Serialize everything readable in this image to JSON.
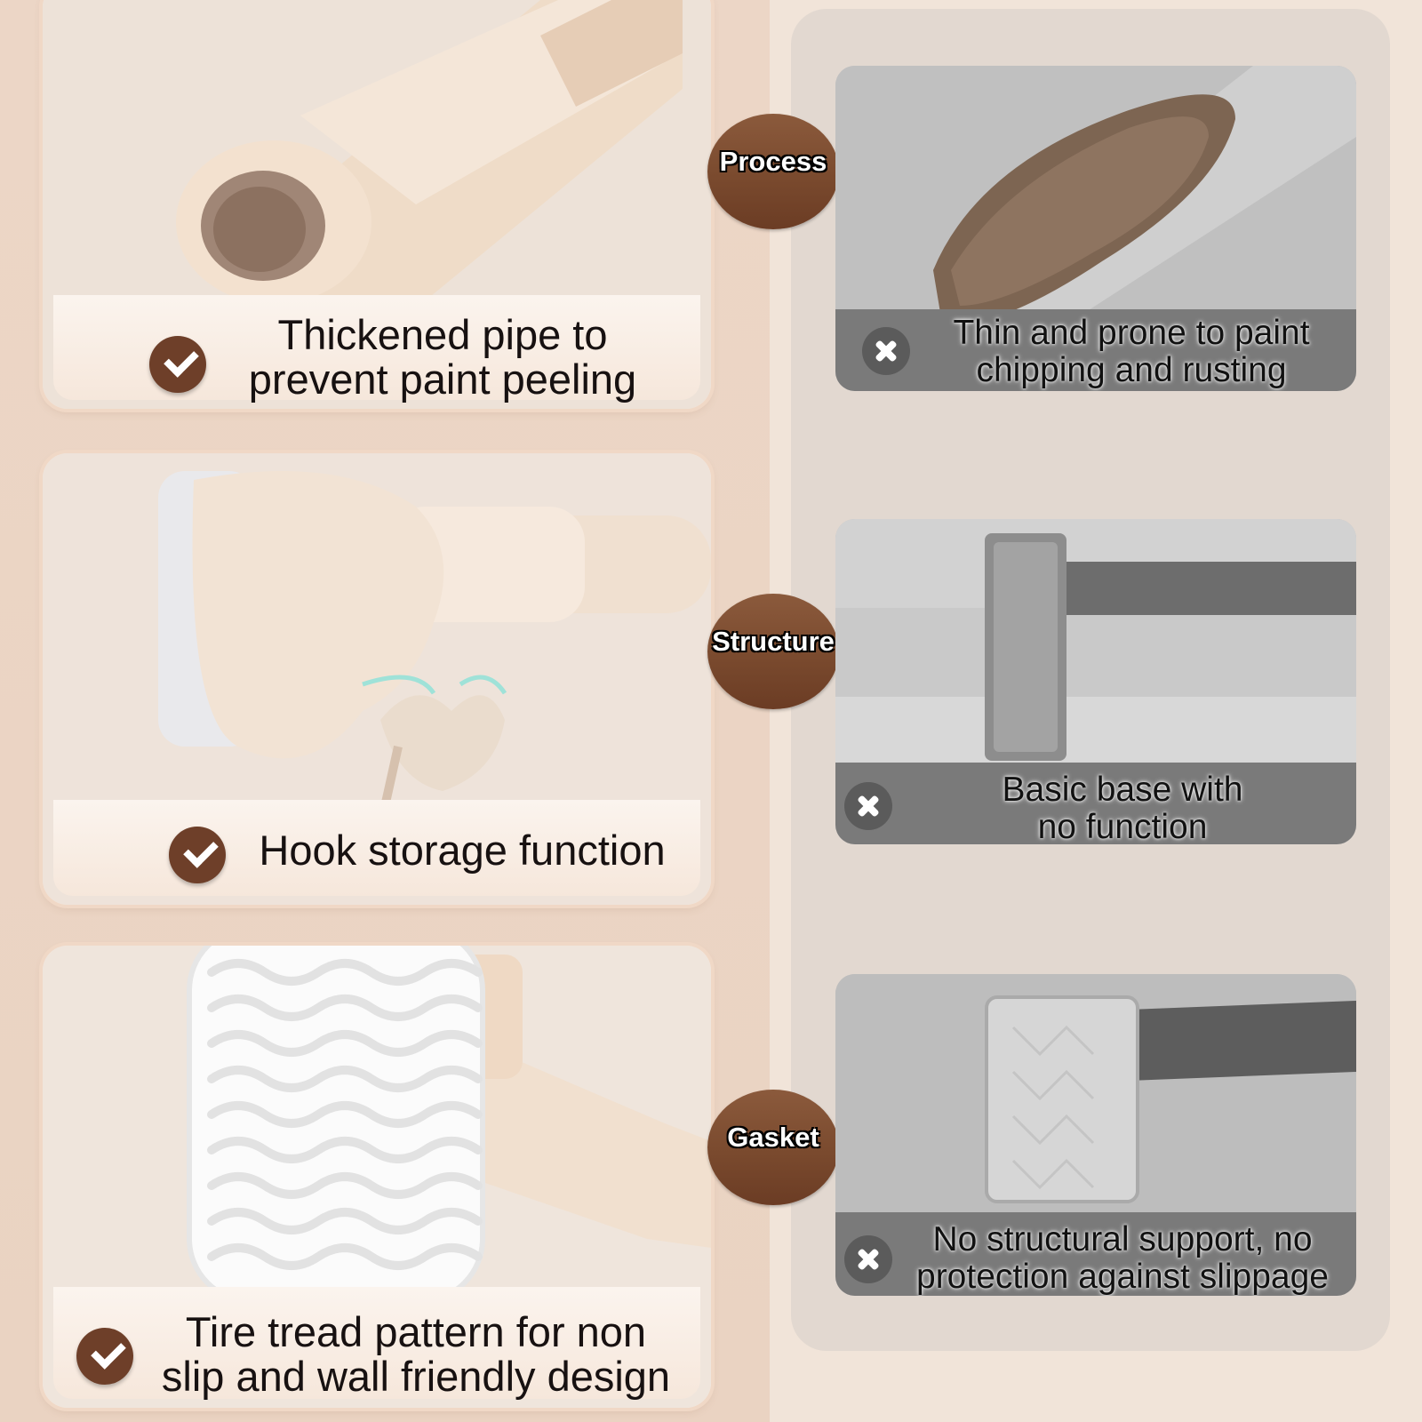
{
  "features": [
    {
      "label": "Thickened pipe to\nprevent paint peeling",
      "icon": "check-icon",
      "image": "thick-pipe-end"
    },
    {
      "label": "Hook storage function",
      "icon": "check-icon",
      "image": "base-with-hook"
    },
    {
      "label": "Tire tread pattern for non\nslip and wall friendly design",
      "icon": "check-icon",
      "image": "wavy-tread-pad"
    }
  ],
  "categories": [
    {
      "label": "Process"
    },
    {
      "label": "Structure"
    },
    {
      "label": "Gasket"
    }
  ],
  "competitors": [
    {
      "label": "Thin and prone to paint\nchipping and rusting",
      "icon": "x-icon",
      "image": "rusted-thin-pipe"
    },
    {
      "label": "Basic base with\nno function",
      "icon": "x-icon",
      "image": "plain-square-base"
    },
    {
      "label": "No structural support, no\nprotection against slippage",
      "icon": "x-icon",
      "image": "flat-pad-base"
    }
  ],
  "colors": {
    "check_badge": "#6e3f29",
    "category_badge": "#7a4a2e",
    "x_badge": "#5b5b5b",
    "cream": "#f7e8dc"
  }
}
